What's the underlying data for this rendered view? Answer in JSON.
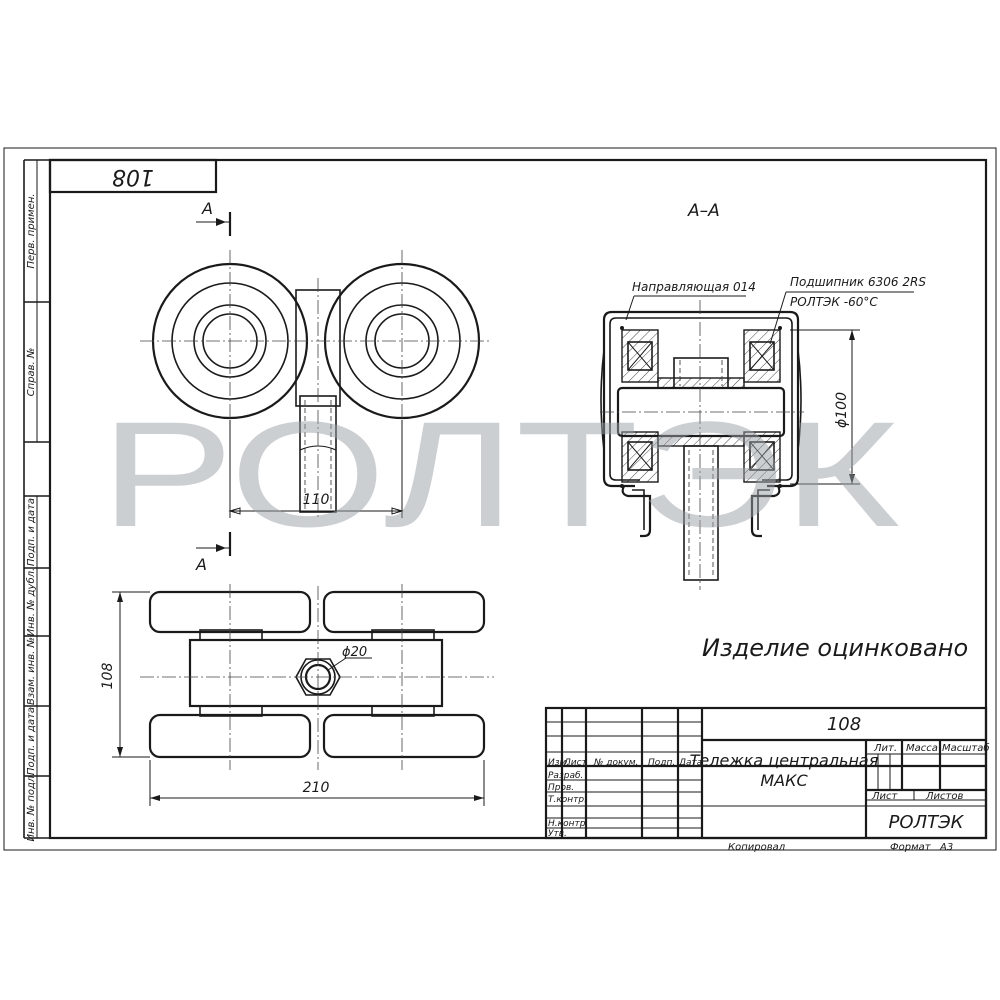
{
  "drawing": {
    "corner_stamp": "108",
    "section_label": "А–А",
    "cut_marker_top": "А",
    "cut_marker_bottom": "А",
    "dim_110": "110",
    "dim_100": "ϕ100",
    "dim_108": "108",
    "dim_210": "210",
    "dim_20": "ϕ20",
    "leader_guide": "Направляющая 014",
    "leader_bearing_1": "Подшипник 6306 2RS",
    "leader_bearing_2": "РОЛТЭК    -60°С",
    "note": "Изделие оцинковано",
    "watermark": "РОЛТЭК"
  },
  "side_strip": {
    "perv_primen": "Перв. примен.",
    "sprav": "Справ. №",
    "podp_data_1": "Подп. и дата",
    "inv_dubl": "Инв. № дубл.",
    "vzam_inv": "Взам. инв. №",
    "podp_data_2": "Подп. и дата",
    "inv_podl": "Инв. № подл."
  },
  "title_block": {
    "code": "108",
    "name_line1": "Тележка центральная",
    "name_line2": "МАКС",
    "col_izm": "Изм.",
    "col_list": "Лист",
    "col_doc": "№ докум.",
    "col_podp": "Подп.",
    "col_data": "Дата",
    "razrab": "Разраб.",
    "prov": "Пров.",
    "tkontr": "Т.контр.",
    "nkontr": "Н.контр.",
    "utv": "Утв.",
    "lit": "Лит.",
    "massa": "Масса",
    "masshtab": "Масштаб",
    "sheet": "Лист",
    "sheets": "Листов",
    "company": "РОЛТЭК"
  },
  "footer": {
    "copied": "Копировал",
    "format_label": "Формат",
    "format_value": "А3"
  }
}
